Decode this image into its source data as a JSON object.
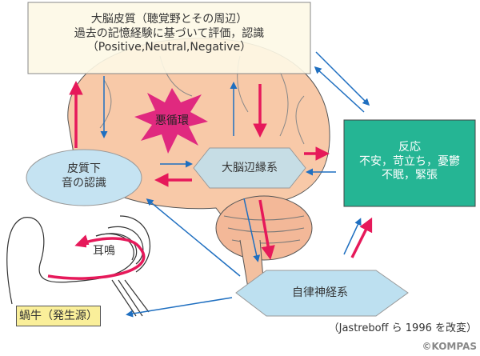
{
  "cortex": {
    "line1": "大脳皮質（聴覚野とその周辺）",
    "line2": "過去の記憶経験に基づいて評価，認識",
    "line3": "（Positive,Neutral,Negative）"
  },
  "vicious_cycle": "悪循環",
  "limbic": "大脳辺縁系",
  "subcortical": {
    "line1": "皮質下",
    "line2": "音の認識"
  },
  "reaction": {
    "line1": "反応",
    "line2": "不安，苛立ち，憂鬱",
    "line3": "不眠，緊張"
  },
  "tinnitus": "耳鳴",
  "autonomic": "自律神経系",
  "cochlea": "蝸牛（発生源）",
  "citation": "（Jastreboff ら 1996 を改変）",
  "copyright": "©KOMPAS",
  "colors": {
    "red_arrow": "#e6195a",
    "blue_arrow": "#1f6fc0",
    "reaction_box": "#25b594",
    "star": "#e0297f"
  }
}
